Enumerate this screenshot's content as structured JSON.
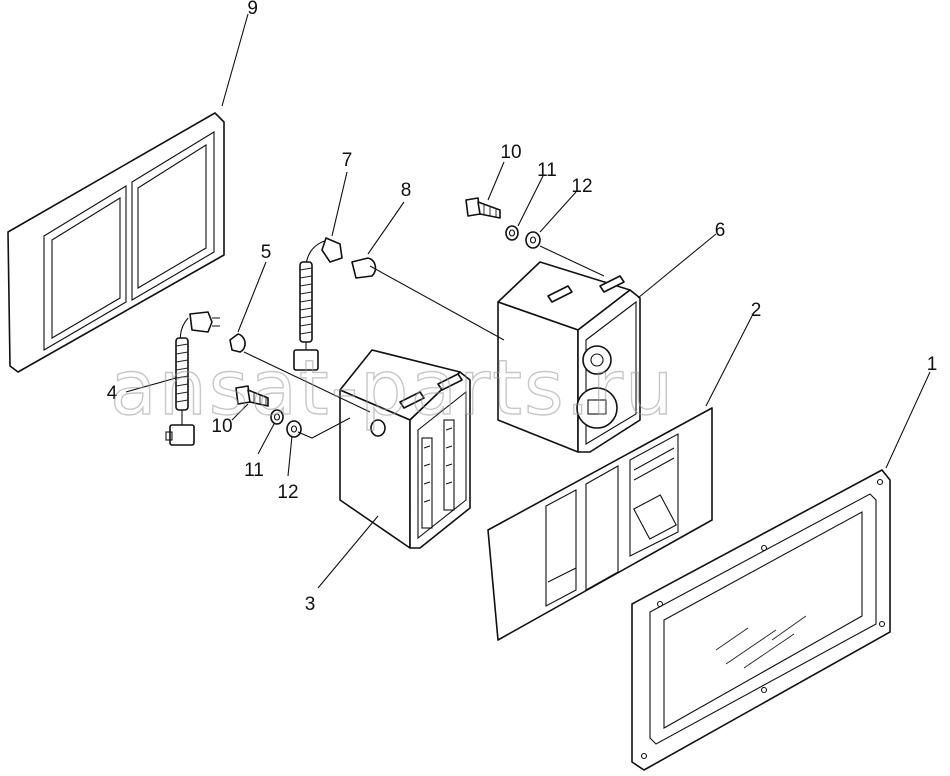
{
  "watermark": "ansat-parts.ru",
  "callouts": {
    "c1": "1",
    "c2": "2",
    "c3": "3",
    "c4": "4",
    "c5": "5",
    "c6": "6",
    "c7": "7",
    "c8": "8",
    "c9": "9",
    "c10a": "10",
    "c11a": "11",
    "c12a": "12",
    "c10b": "10",
    "c11b": "11",
    "c12b": "12"
  },
  "colors": {
    "line": "#111111",
    "watermark": "#9a9a9a",
    "background": "#ffffff"
  }
}
